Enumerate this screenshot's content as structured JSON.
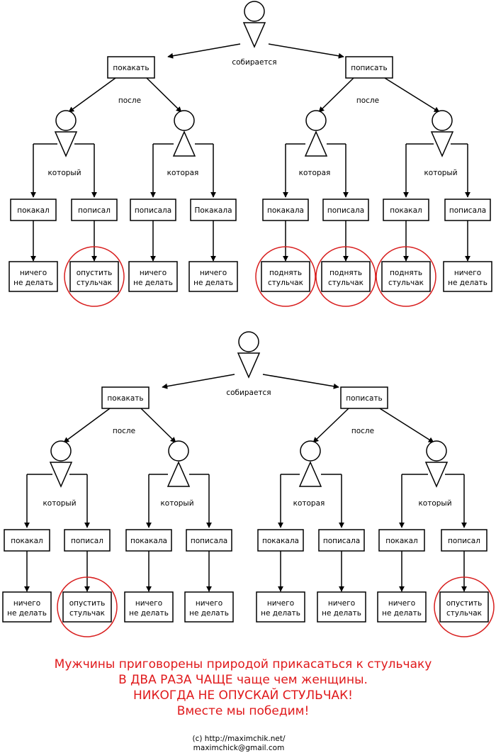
{
  "colors": {
    "line": "#000000",
    "highlight": "#d81e1e",
    "message": "#e0191b",
    "background": "#ffffff"
  },
  "trees": [
    {
      "root": "собирается",
      "left": {
        "label": "покакать",
        "edge": "после",
        "children": [
          {
            "gender": "male",
            "relative": "который",
            "leaves": [
              {
                "action": "покакал",
                "result": "ничего не делать",
                "highlight": false
              },
              {
                "action": "пописал",
                "result": "опустить стульчак",
                "highlight": true
              }
            ]
          },
          {
            "gender": "female",
            "relative": "которая",
            "leaves": [
              {
                "action": "пописала",
                "result": "ничего не делать",
                "highlight": false
              },
              {
                "action": "Покакала",
                "result": "ничего не делать",
                "highlight": false
              }
            ]
          }
        ]
      },
      "right": {
        "label": "пописать",
        "edge": "после",
        "children": [
          {
            "gender": "female",
            "relative": "которая",
            "leaves": [
              {
                "action": "покакала",
                "result": "поднять стульчак",
                "highlight": true
              },
              {
                "action": "пописала",
                "result": "поднять стульчак",
                "highlight": true
              }
            ]
          },
          {
            "gender": "male",
            "relative": "который",
            "leaves": [
              {
                "action": "покакал",
                "result": "поднять стульчак",
                "highlight": true
              },
              {
                "action": "пописала",
                "result": "ничего не делать",
                "highlight": false
              }
            ]
          }
        ]
      }
    },
    {
      "root": "собирается",
      "left": {
        "label": "покакать",
        "edge": "после",
        "children": [
          {
            "gender": "male",
            "relative": "который",
            "leaves": [
              {
                "action": "покакал",
                "result": "ничего не делать",
                "highlight": false
              },
              {
                "action": "пописал",
                "result": "опустить стульчак",
                "highlight": true
              }
            ]
          },
          {
            "gender": "female",
            "relative": "который",
            "leaves": [
              {
                "action": "покакала",
                "result": "ничего не делать",
                "highlight": false
              },
              {
                "action": "пописала",
                "result": "ничего не делать",
                "highlight": false
              }
            ]
          }
        ]
      },
      "right": {
        "label": "пописать",
        "edge": "после",
        "children": [
          {
            "gender": "female",
            "relative": "которая",
            "leaves": [
              {
                "action": "покакала",
                "result": "ничего не делать",
                "highlight": false
              },
              {
                "action": "пописала",
                "result": "ничего не делать",
                "highlight": false
              }
            ]
          },
          {
            "gender": "male",
            "relative": "который",
            "leaves": [
              {
                "action": "покакал",
                "result": "ничего не делать",
                "highlight": false
              },
              {
                "action": "пописал",
                "result": "опустить стульчак",
                "highlight": true
              }
            ]
          }
        ]
      }
    }
  ],
  "message": [
    "Мужчины приговорены природой прикасаться к стульчаку",
    "В ДВА РАЗА ЧАЩЕ чаще чем женщины.",
    "НИКОГДА НЕ ОПУСКАЙ СТУЛЬЧАК!",
    "Вместе мы победим!"
  ],
  "credit": [
    "(c) http://maximchik.net/",
    "maximchick@gmail.com"
  ]
}
